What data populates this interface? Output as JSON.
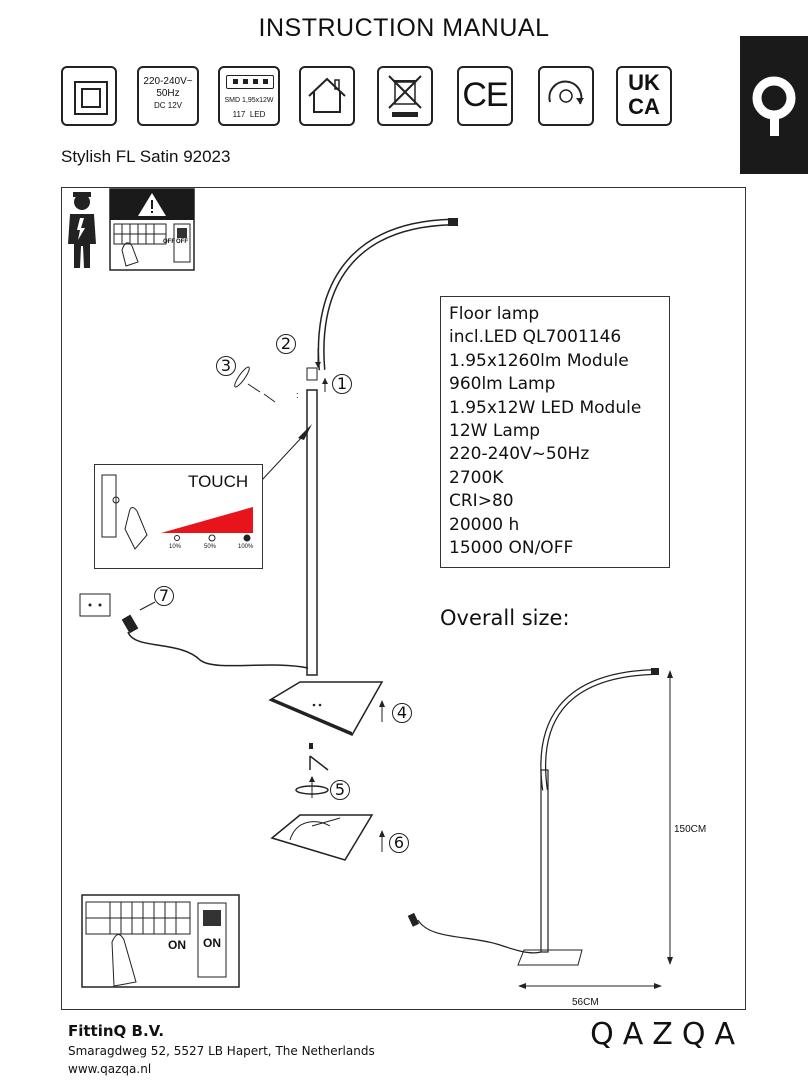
{
  "header": {
    "title": "INSTRUCTION MANUAL"
  },
  "certs": {
    "voltage": [
      "220-240V~",
      "50Hz",
      "DC 12V"
    ],
    "led_module": {
      "chip": "SMD 1,95x12W",
      "count": "117",
      "unit": "LED"
    },
    "ce": "CE",
    "ukca": [
      "UK",
      "CA"
    ]
  },
  "product": {
    "name": "Stylish FL  Satin  92023"
  },
  "specs": [
    "Floor lamp",
    "incl.LED QL7001146",
    "1.95x1260lm Module",
    "960lm Lamp",
    "1.95x12W LED Module",
    "12W Lamp",
    "220-240V~50Hz",
    "2700K",
    "CRI>80",
    "20000 h",
    "15000 ON/OFF"
  ],
  "overall_size": "Overall size:",
  "dimensions": {
    "height": "150CM",
    "width": "56CM"
  },
  "touch": {
    "label": "TOUCH",
    "levels": [
      "10%",
      "50%",
      "100%"
    ]
  },
  "steps": [
    "1",
    "2",
    "3",
    "4",
    "5",
    "6",
    "7"
  ],
  "switch_labels": {
    "off": "OFF",
    "on": "ON"
  },
  "footer": {
    "company": "FittinQ B.V.",
    "address": "Smaragdweg 52, 5527 LB Hapert, The Netherlands",
    "website": "www.qazqa.nl",
    "logo": "QAZQA"
  },
  "colors": {
    "brand_tab": "#1a1a1a",
    "touch_gradient": "#e8141b"
  },
  "icons": [
    "class-ii-insulation-icon",
    "indoor-use-icon",
    "weee-bin-icon",
    "dimmable-icon",
    "electrician-icon",
    "warning-icon"
  ]
}
